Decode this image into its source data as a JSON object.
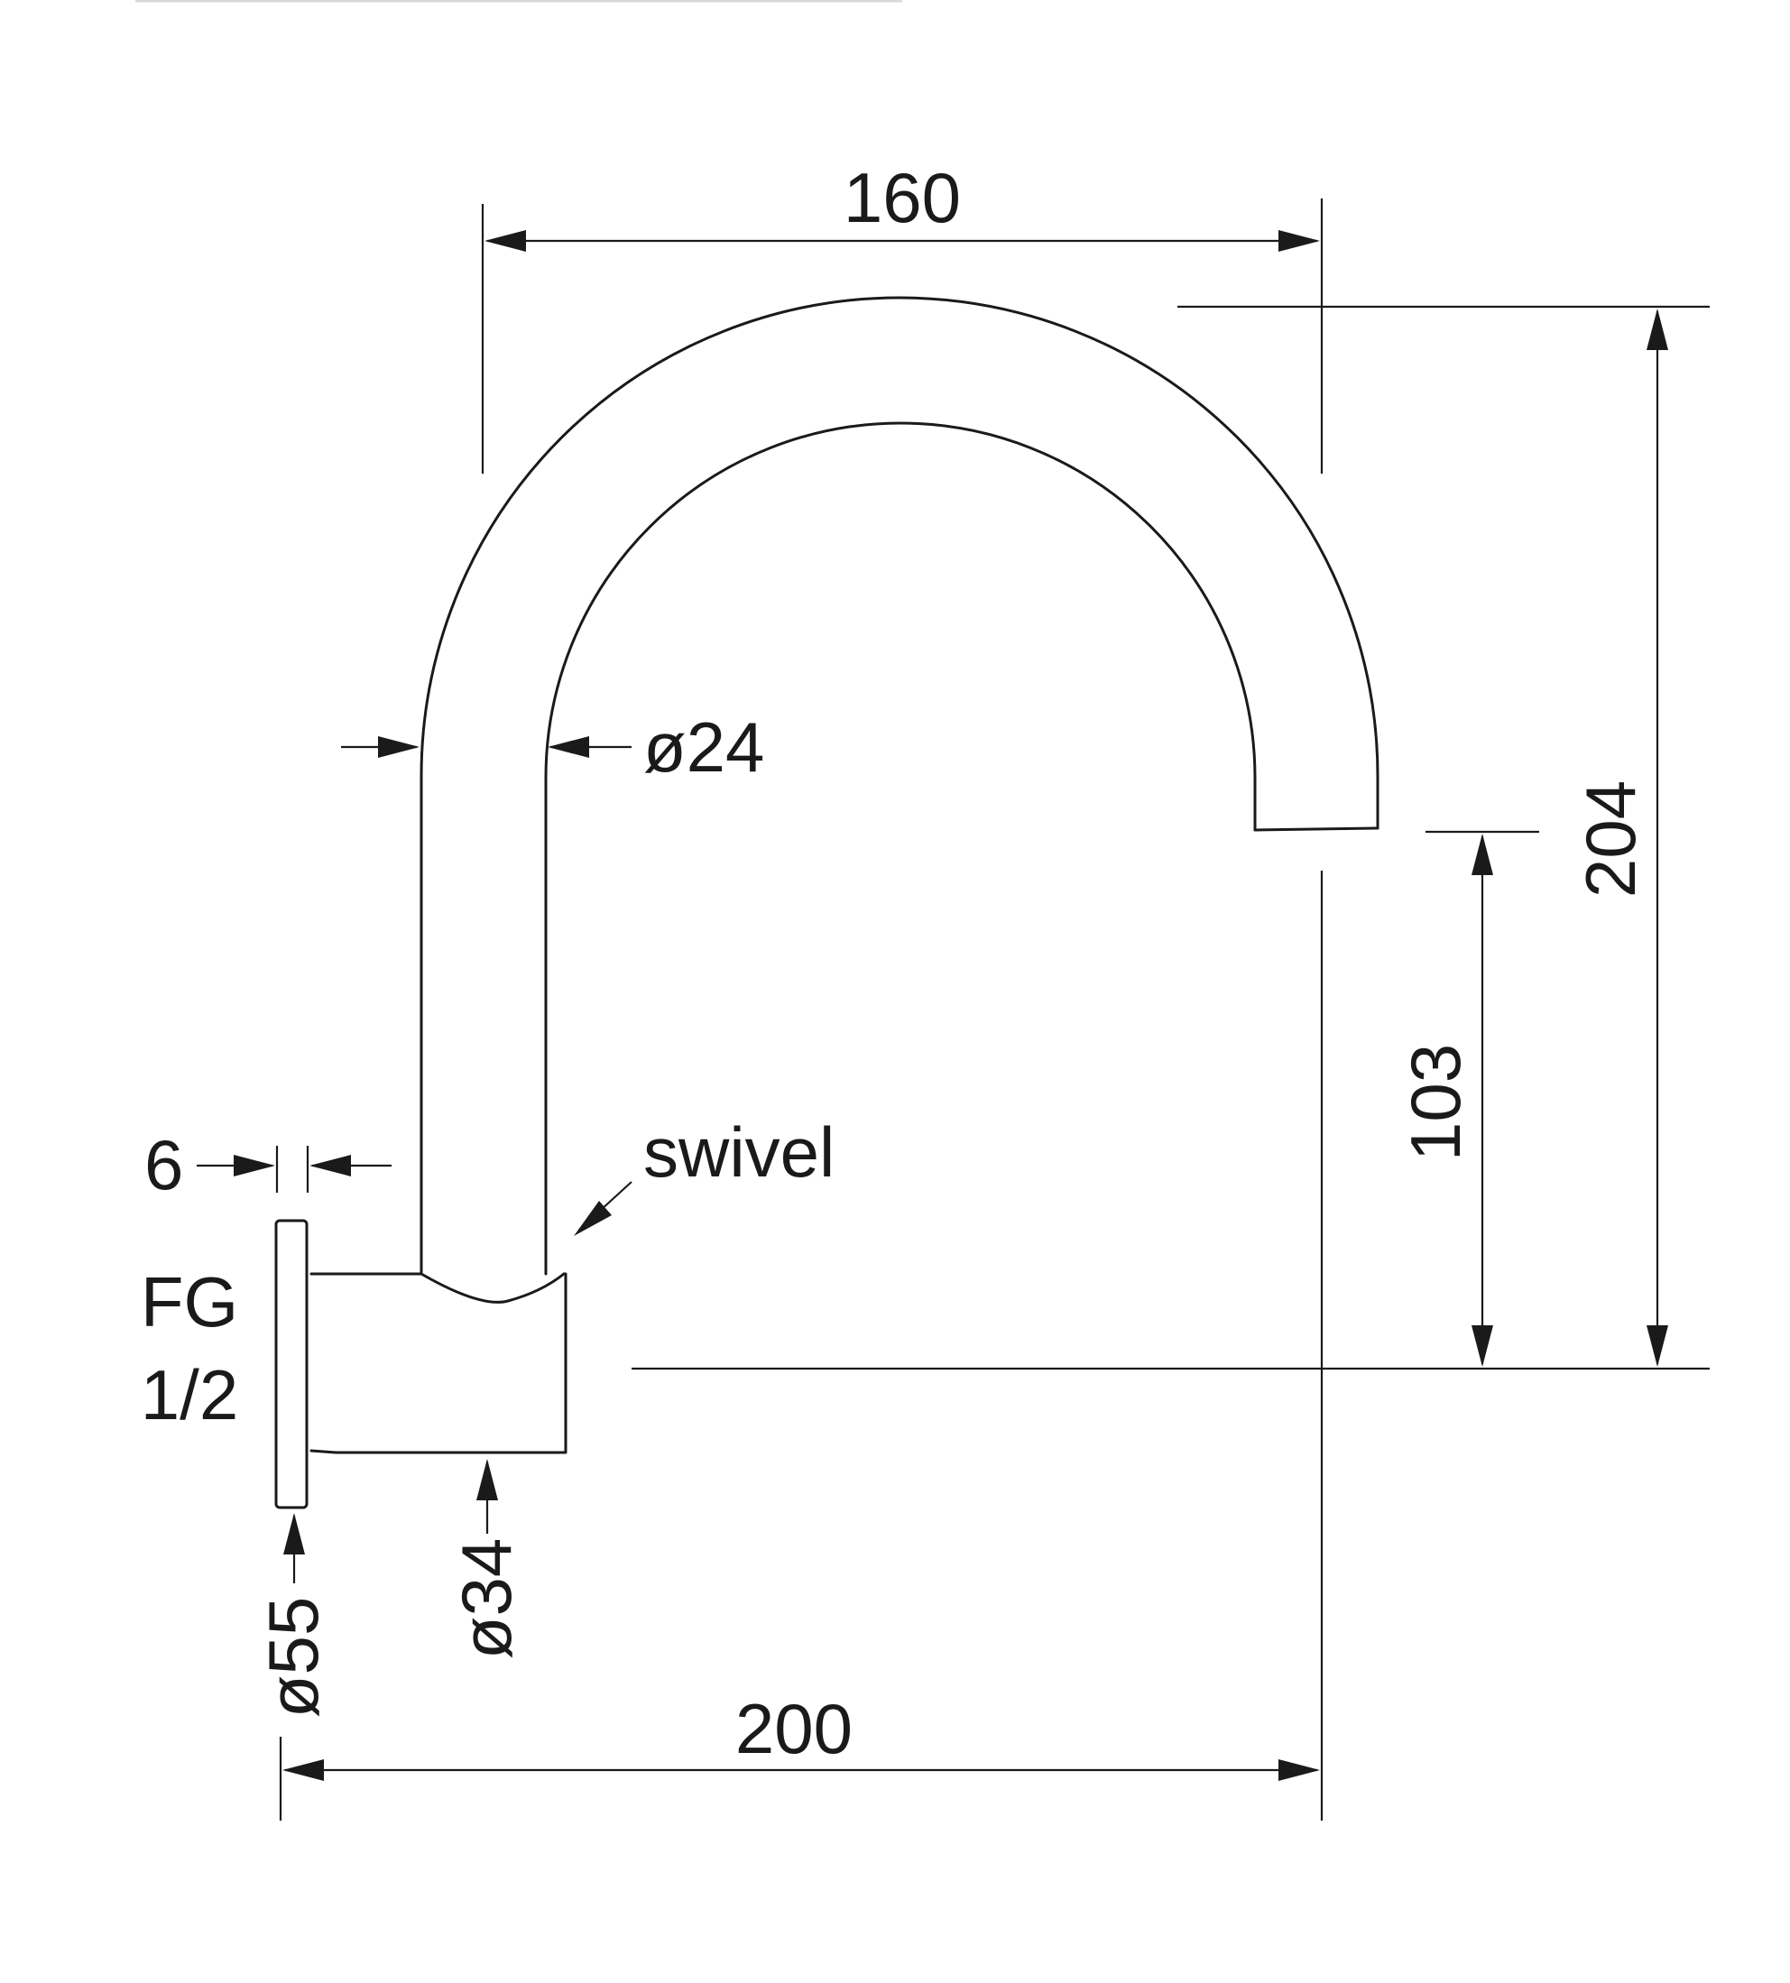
{
  "labels": {
    "width_top": "160",
    "spout_diameter": "ø24",
    "height_total": "204",
    "height_outlet": "103",
    "rosette_thickness": "6",
    "swivel": "swivel",
    "thread_line1": "FG",
    "thread_line2": "1/2",
    "rosette_diameter": "ø55",
    "body_diameter": "ø34",
    "projection": "200"
  },
  "colors": {
    "line": "#1a1a1a",
    "background": "#ffffff"
  }
}
